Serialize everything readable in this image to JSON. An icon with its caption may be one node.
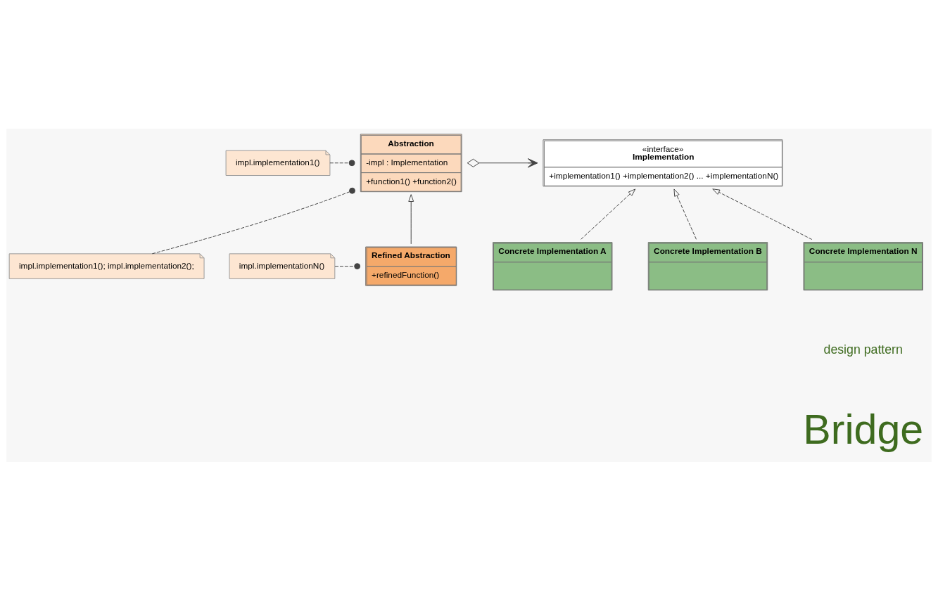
{
  "diagram": {
    "nodes": [
      {
        "text": [
          "Abstraction",
          "-impl : Implementation",
          "+function1() +function2()"
        ]
      },
      {
        "text": [
          "impl.implementation1()"
        ]
      },
      {
        "text": [
          "impl.implementation1(); impl.implementation2();"
        ]
      },
      {
        "text": [
          "«interface»",
          "Implementation",
          "+implementation1() +implementation2() ... +implementationN()"
        ]
      },
      {
        "text": [
          "Refined Abstraction",
          "+refinedFunction()"
        ]
      },
      {
        "text": [
          "impl.implementationN()"
        ]
      },
      {
        "text": [
          "Concrete Implementation A"
        ]
      },
      {
        "text": [
          "Concrete Implementation B"
        ]
      },
      {
        "text": [
          "Concrete Implementation N"
        ]
      }
    ],
    "edges": [
      {
        "from": 1,
        "to": 0,
        "arrow": "other",
        "style": "dashed"
      },
      {
        "from": 2,
        "to": 0,
        "arrow": "other",
        "style": "dashed"
      },
      {
        "from": 0,
        "to": 3,
        "arrow": "to"
      },
      {
        "from": 4,
        "to": 0,
        "arrow": "to"
      },
      {
        "from": 5,
        "to": 4,
        "arrow": "other",
        "style": "dashed"
      },
      {
        "from": 6,
        "to": 3,
        "arrow": "to",
        "style": "dashed"
      },
      {
        "from": 7,
        "to": 3,
        "arrow": "to",
        "style": "dashed"
      },
      {
        "from": 8,
        "to": 3,
        "arrow": "to",
        "style": "dashed"
      }
    ],
    "labels": [
      "design pattern",
      "Bridge"
    ]
  }
}
